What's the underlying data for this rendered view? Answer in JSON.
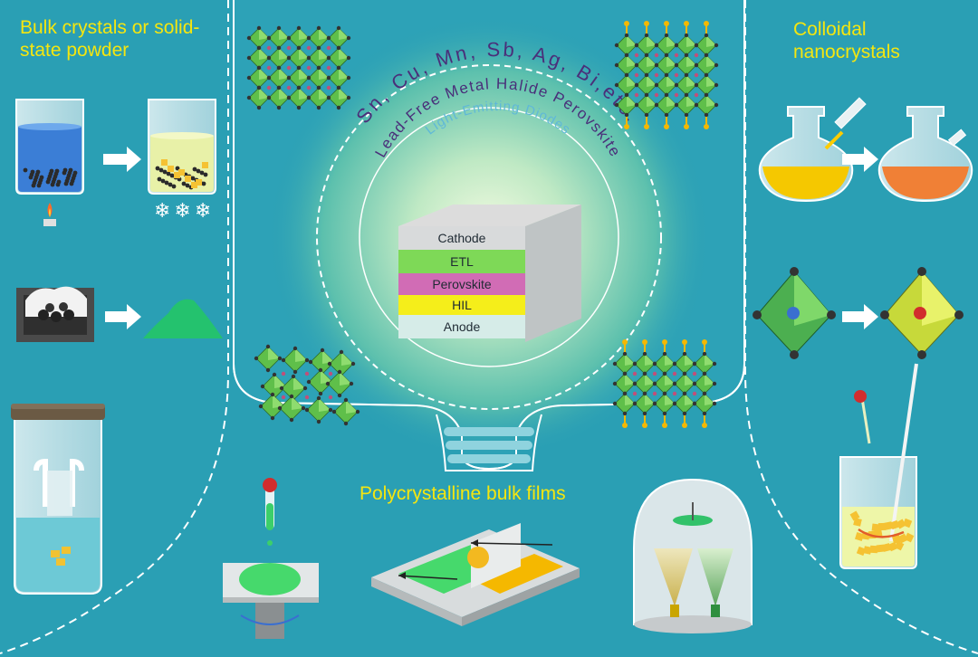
{
  "labels": {
    "bulk_title": "Bulk crystals or solid-state powder",
    "colloidal_title": "Colloidal nanocrystals",
    "films_title": "Polycrystalline bulk films"
  },
  "center": {
    "arc_elements": "Sn, Cu, Mn, Sb, Ag, Bi,etc.",
    "arc_material": "Lead-Free Metal Halide Perovskite",
    "arc_device": "Light-Emitting Diodes"
  },
  "device_stack": {
    "layers": [
      {
        "name": "Cathode",
        "color": "#d8dadb"
      },
      {
        "name": "ETL",
        "color": "#7ed957"
      },
      {
        "name": "Perovskite",
        "color": "#d16cb5"
      },
      {
        "name": "HIL",
        "color": "#f5ee1a"
      },
      {
        "name": "Anode",
        "color": "#d6ece8"
      }
    ]
  },
  "icons": {
    "snowflake": "❄❄❄"
  },
  "colors": {
    "background": "#2a9fb4",
    "label_text": "#f5e60f",
    "arc_text": "#4a2f7a",
    "arc_text_light": "#5fb8d8"
  }
}
